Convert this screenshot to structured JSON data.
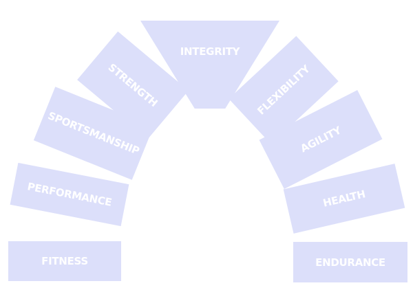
{
  "diagram": {
    "fill_color": "#dcdffa",
    "label_color": "#ffffff",
    "segments": {
      "integrity": "INTEGRITY",
      "strength": "STRENGTH",
      "sportsmanship": "SPORTSMANSHIP",
      "performance": "PERFORMANCE",
      "fitness": "FITNESS",
      "flexibility": "FLEXIBILITY",
      "agility": "AGILITY",
      "health": "HEALTH",
      "endurance": "ENDURANCE"
    }
  }
}
